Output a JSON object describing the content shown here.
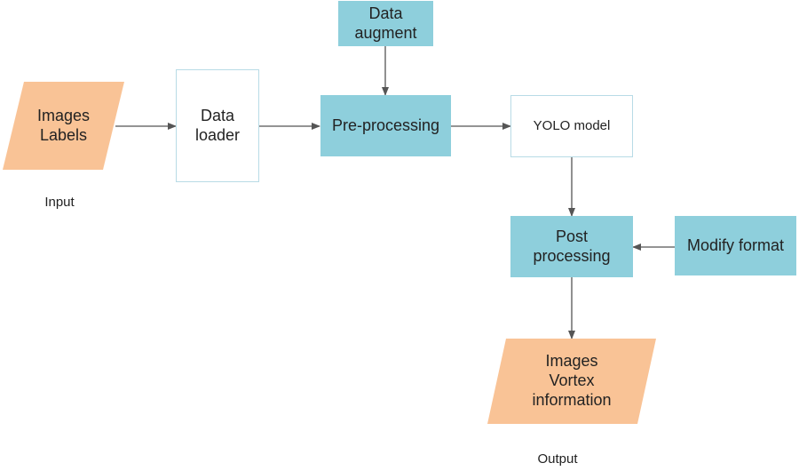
{
  "diagram": {
    "colors": {
      "process_fill": "#8ecfdc",
      "box_border": "#b8dbe6",
      "io_fill": "#f9c396",
      "arrow": "#555555"
    },
    "nodes": {
      "input": {
        "lines": [
          "Images",
          "Labels"
        ]
      },
      "data_loader": {
        "lines": [
          "Data",
          "loader"
        ]
      },
      "data_augment": {
        "lines": [
          "Data",
          "augment"
        ]
      },
      "pre_processing": {
        "lines": [
          "Pre-processing"
        ]
      },
      "yolo_model": {
        "lines": [
          "YOLO model"
        ]
      },
      "post_processing": {
        "lines": [
          "Post",
          "processing"
        ]
      },
      "modify_format": {
        "lines": [
          "Modify format"
        ]
      },
      "output": {
        "lines": [
          "Images",
          "Vortex",
          "information"
        ]
      }
    },
    "captions": {
      "input": "Input",
      "output": "Output"
    },
    "edges": [
      {
        "from": "input",
        "to": "data_loader"
      },
      {
        "from": "data_loader",
        "to": "pre_processing"
      },
      {
        "from": "data_augment",
        "to": "pre_processing"
      },
      {
        "from": "pre_processing",
        "to": "yolo_model"
      },
      {
        "from": "yolo_model",
        "to": "post_processing"
      },
      {
        "from": "modify_format",
        "to": "post_processing"
      },
      {
        "from": "post_processing",
        "to": "output"
      }
    ]
  }
}
